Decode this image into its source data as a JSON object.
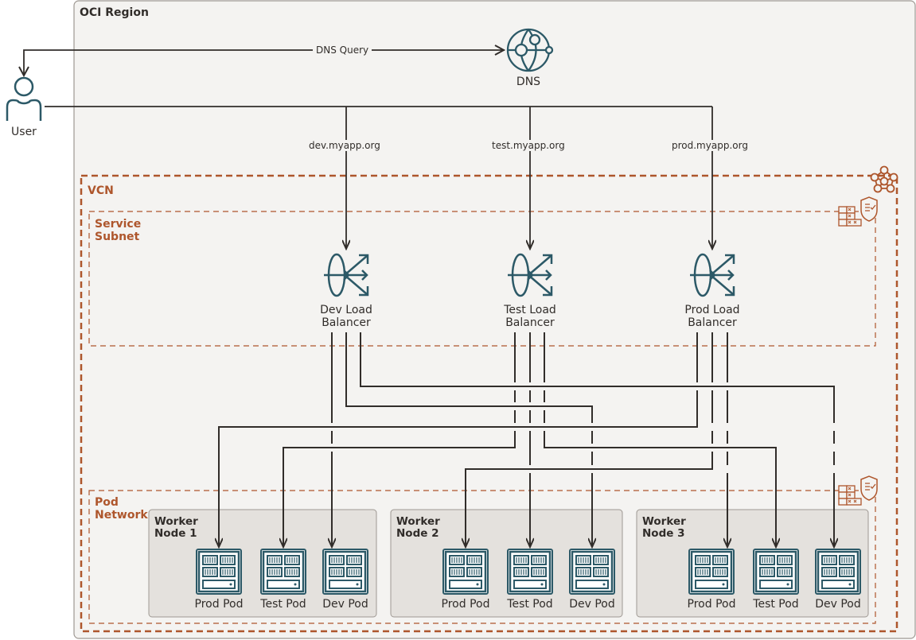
{
  "region": {
    "title": "OCI Region"
  },
  "user": {
    "label": "User"
  },
  "dns": {
    "label": "DNS",
    "query_label": "DNS Query"
  },
  "routes": [
    {
      "host": "dev.myapp.org"
    },
    {
      "host": "test.myapp.org"
    },
    {
      "host": "prod.myapp.org"
    }
  ],
  "vcn": {
    "title": "VCN"
  },
  "service_subnet": {
    "title_line1": "Service",
    "title_line2": "Subnet"
  },
  "pod_network": {
    "title_line1": "Pod",
    "title_line2": "Network"
  },
  "load_balancers": [
    {
      "line1": "Dev Load",
      "line2": "Balancer"
    },
    {
      "line1": "Test Load",
      "line2": "Balancer"
    },
    {
      "line1": "Prod Load",
      "line2": "Balancer"
    }
  ],
  "worker_nodes": [
    {
      "line1": "Worker",
      "line2": "Node 1",
      "pods": [
        "Prod Pod",
        "Test Pod",
        "Dev Pod"
      ]
    },
    {
      "line1": "Worker",
      "line2": "Node 2",
      "pods": [
        "Prod Pod",
        "Test Pod",
        "Dev Pod"
      ]
    },
    {
      "line1": "Worker",
      "line2": "Node 3",
      "pods": [
        "Prod Pod",
        "Test Pod",
        "Dev Pod"
      ]
    }
  ],
  "colors": {
    "icon_teal": "#2c5967",
    "network_orange": "#ae562c",
    "line_dark": "#312d2a",
    "region_bg": "#f4f3f1",
    "node_bg": "#e4e1dd"
  }
}
